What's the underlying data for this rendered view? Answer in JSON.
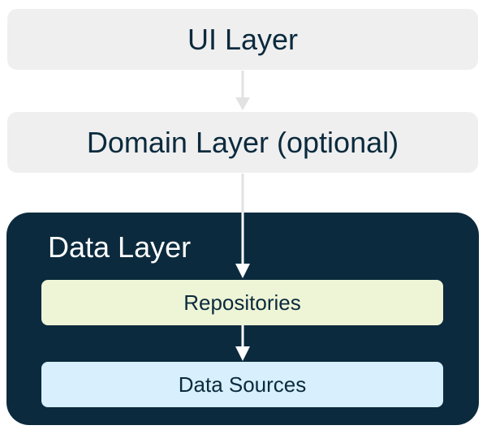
{
  "layers": {
    "ui": {
      "label": "UI Layer"
    },
    "domain": {
      "label": "Domain Layer (optional)"
    },
    "data": {
      "label": "Data Layer"
    },
    "repositories": {
      "label": "Repositories"
    },
    "data_sources": {
      "label": "Data Sources"
    }
  },
  "colors": {
    "light_box": "#efefef",
    "data_layer_bg": "#0b2a3d",
    "repositories_bg": "#eef5d6",
    "data_sources_bg": "#d8effd",
    "light_arrow": "#e2e2e2",
    "white_arrow": "#ffffff",
    "text_dark": "#0b2a3d",
    "text_light": "#ffffff"
  }
}
